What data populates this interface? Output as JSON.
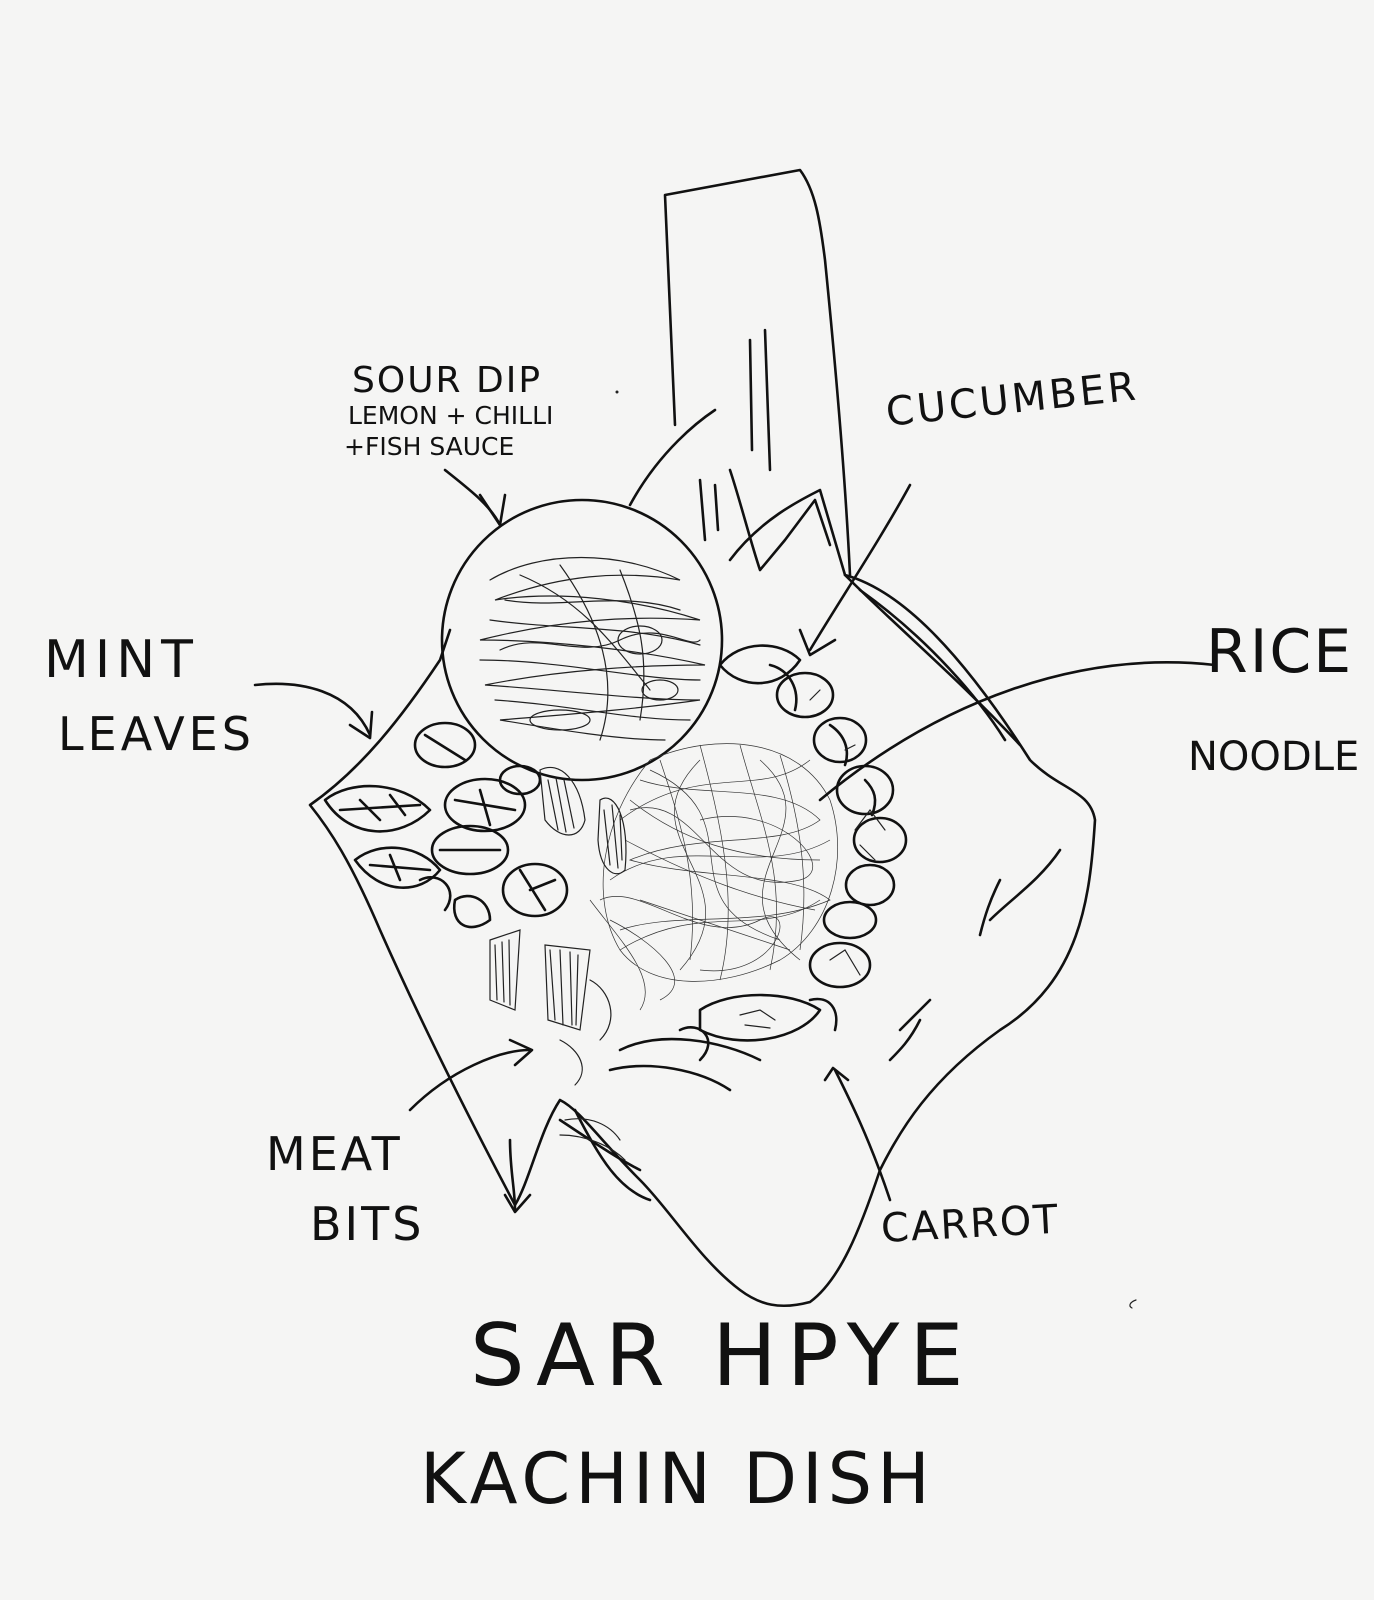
{
  "title": "SAR HPYE",
  "subtitle": "KACHIN DISH",
  "labels": {
    "sour_dip": "SOUR DIP",
    "sour_dip_detail_1": "LEMON + CHILLI",
    "sour_dip_detail_2": "+FISH SAUCE",
    "cucumber": "CUCUMBER",
    "mint_1": "MINT",
    "mint_2": "LEAVES",
    "rice_1": "RICE",
    "rice_2": "NOODLE",
    "meat_1": "MEAT",
    "meat_2": "BITS",
    "carrot": "CARROT"
  },
  "ink_color": "#111111",
  "paper_color": "#f5f5f4"
}
